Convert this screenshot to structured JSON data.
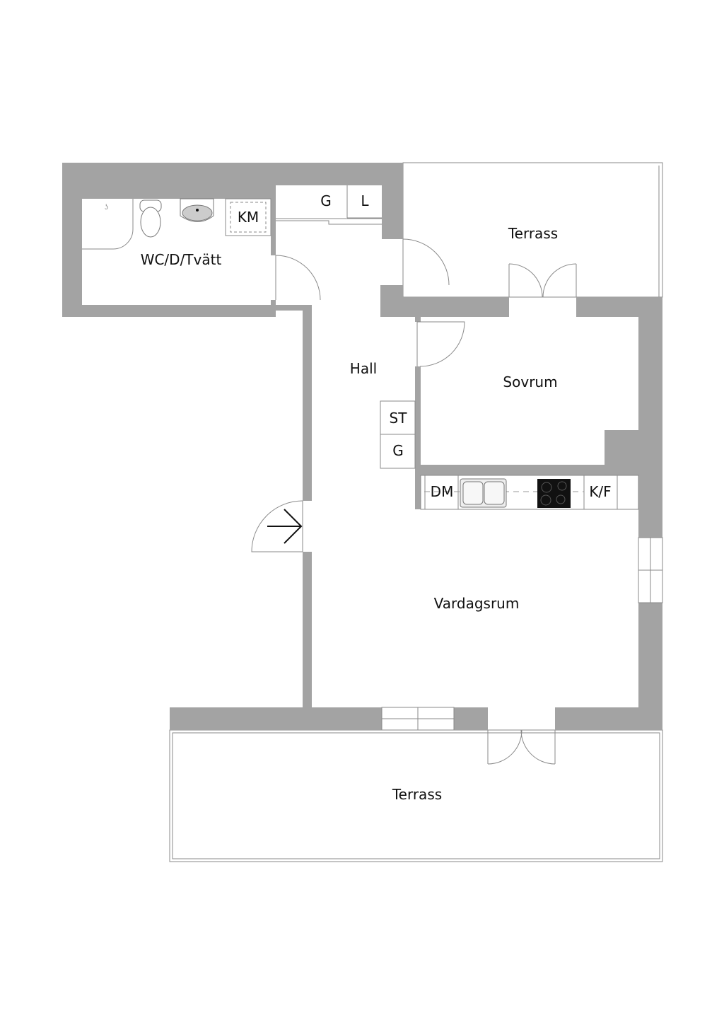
{
  "rooms": {
    "bathroom": "WC/D/Tvätt",
    "hall": "Hall",
    "bedroom": "Sovrum",
    "living": "Vardagsrum",
    "terrace_top": "Terrass",
    "terrace_bottom": "Terrass"
  },
  "fixtures": {
    "washing_machine": "KM",
    "wardrobe_hall_top": "G",
    "linen_closet": "L",
    "cleaning_closet": "ST",
    "wardrobe_hall": "G",
    "dishwasher": "DM",
    "fridge_freezer": "K/F"
  },
  "colors": {
    "wall": "#a3a3a3",
    "line": "#8a8a8a"
  }
}
